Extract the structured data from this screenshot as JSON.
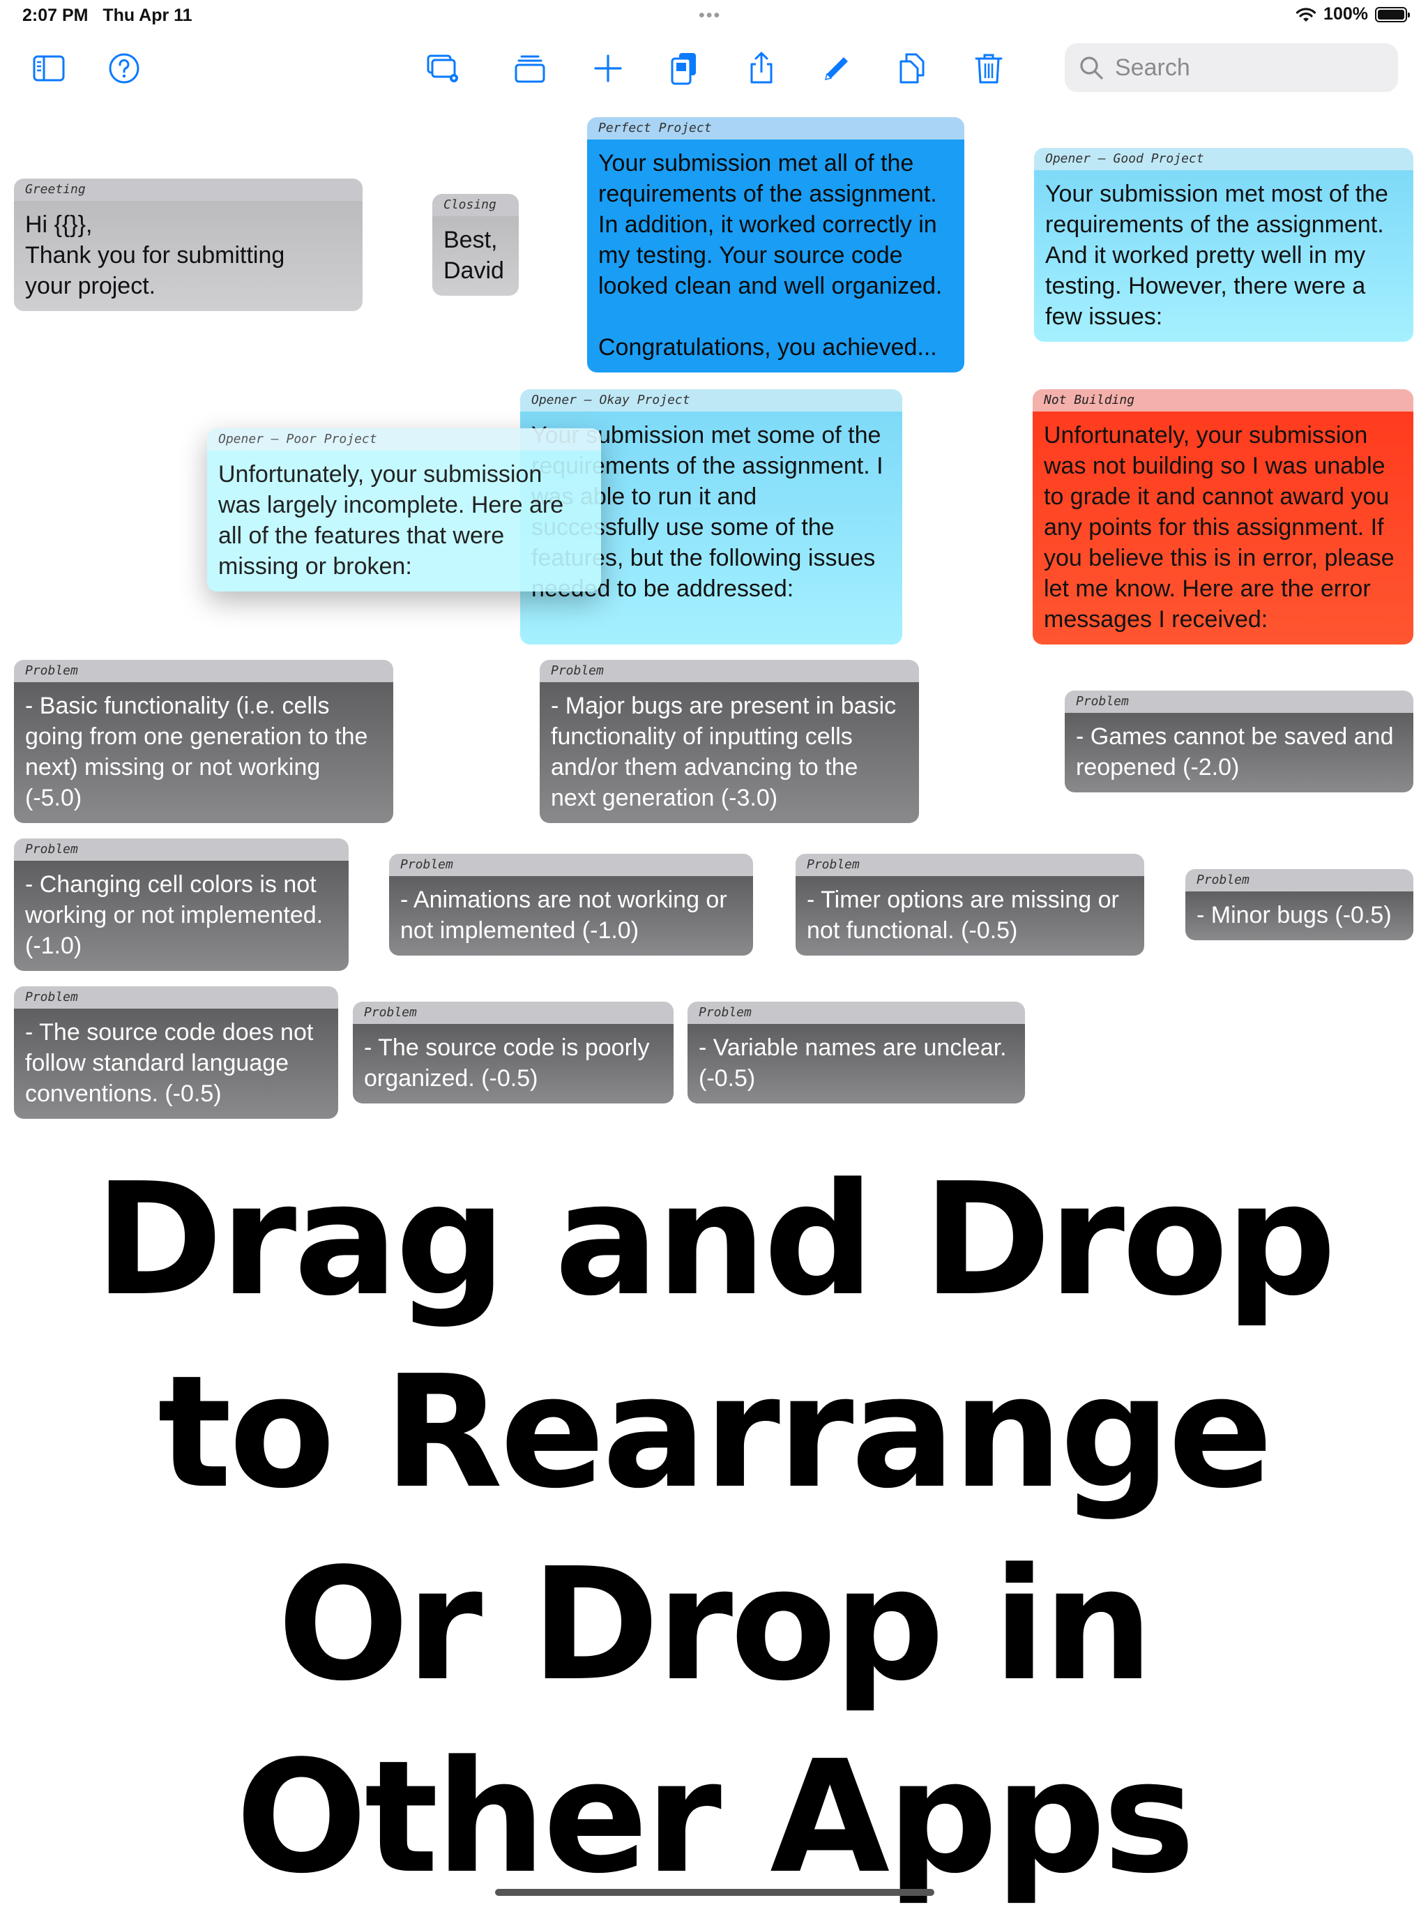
{
  "status_bar": {
    "time": "2:07 PM",
    "date": "Thu Apr 11",
    "dots": "•••",
    "battery_percent": "100%"
  },
  "toolbar": {
    "icons": [
      "sidebar-icon",
      "help-icon",
      "settings-stack-icon",
      "stack-icon",
      "plus-icon",
      "copy-card-icon",
      "share-icon",
      "pencil-icon",
      "duplicate-icon",
      "trash-icon"
    ],
    "accent_color": "#0a7aff",
    "search_placeholder": "Search"
  },
  "cards": {
    "greeting": {
      "title": "Greeting",
      "body": "Hi {{}},\nThank you for submitting\nyour project."
    },
    "closing": {
      "title": "Closing",
      "body": "Best,\nDavid"
    },
    "perfect": {
      "title": "Perfect Project",
      "body": "Your submission met all of the\nrequirements of the assignment.\nIn addition, it worked correctly in\nmy testing. Your source code\nlooked clean and well organized.\n\nCongratulations, you achieved..."
    },
    "good": {
      "title": "Opener – Good Project",
      "body": "Your submission met most of the\nrequirements of the assignment.\nAnd it worked pretty well in my\ntesting. However, there were a\nfew issues:"
    },
    "okay": {
      "title": "Opener – Okay Project",
      "body": "Your submission met some of the\nrequirements of the assignment. I\nwas able to run it and\nsuccessfully use some of the\nfeatures, but the following issues\nneeded to be addressed:"
    },
    "poor": {
      "title": "Opener – Poor Project",
      "body": "Unfortunately, your submission\nwas largely incomplete. Here are\nall of the features that were\nmissing or broken:"
    },
    "not_building": {
      "title": "Not Building",
      "body": "Unfortunately, your submission\nwas not building so I was unable\nto grade it and cannot award you\nany points for this assignment. If\nyou believe this is in error, please\nlet me know. Here are the error\nmessages I received:"
    },
    "problem_label": "Problem",
    "problems": [
      "- Basic functionality (i.e. cells\ngoing from one generation to the\nnext) missing or not working\n(-5.0)",
      "- Major bugs are present in basic\nfunctionality of inputting cells\nand/or them advancing to the\nnext generation (-3.0)",
      "- Games cannot be saved and\nreopened (-2.0)",
      "- Changing cell colors is not\nworking or not implemented.\n(-1.0)",
      "- Animations are not working or\nnot implemented (-1.0)",
      "- Timer options are missing or\nnot functional. (-0.5)",
      "- Minor bugs (-0.5)",
      "- The source code does not\nfollow standard language\nconventions. (-0.5)",
      "- The source code is poorly\norganized. (-0.5)",
      "- Variable names are unclear.\n(-0.5)"
    ]
  },
  "headline": {
    "line1": "Drag and Drop",
    "line2": "to Rearrange",
    "line3": "Or Drop in",
    "line4": "Other Apps"
  }
}
